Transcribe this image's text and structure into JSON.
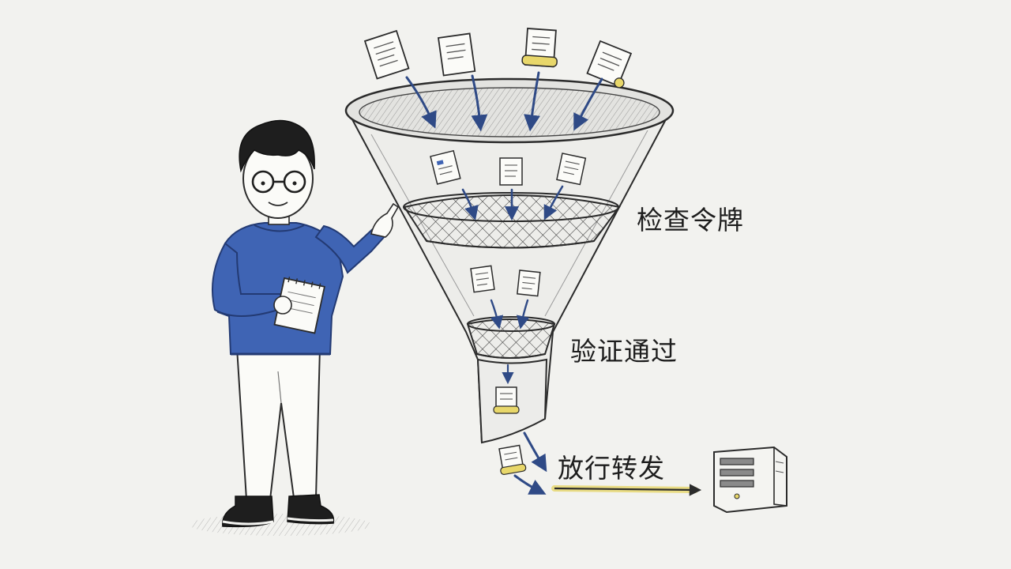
{
  "labels": {
    "check_token": "检查令牌",
    "verified": "验证通过",
    "forward": "放行转发"
  },
  "colors": {
    "background": "#f2f2ef",
    "pencil": "#2b2b2b",
    "arrow_blue": "#2f4a86",
    "sweater_blue": "#3f64b4",
    "highlight_yellow": "#e8d76a"
  }
}
